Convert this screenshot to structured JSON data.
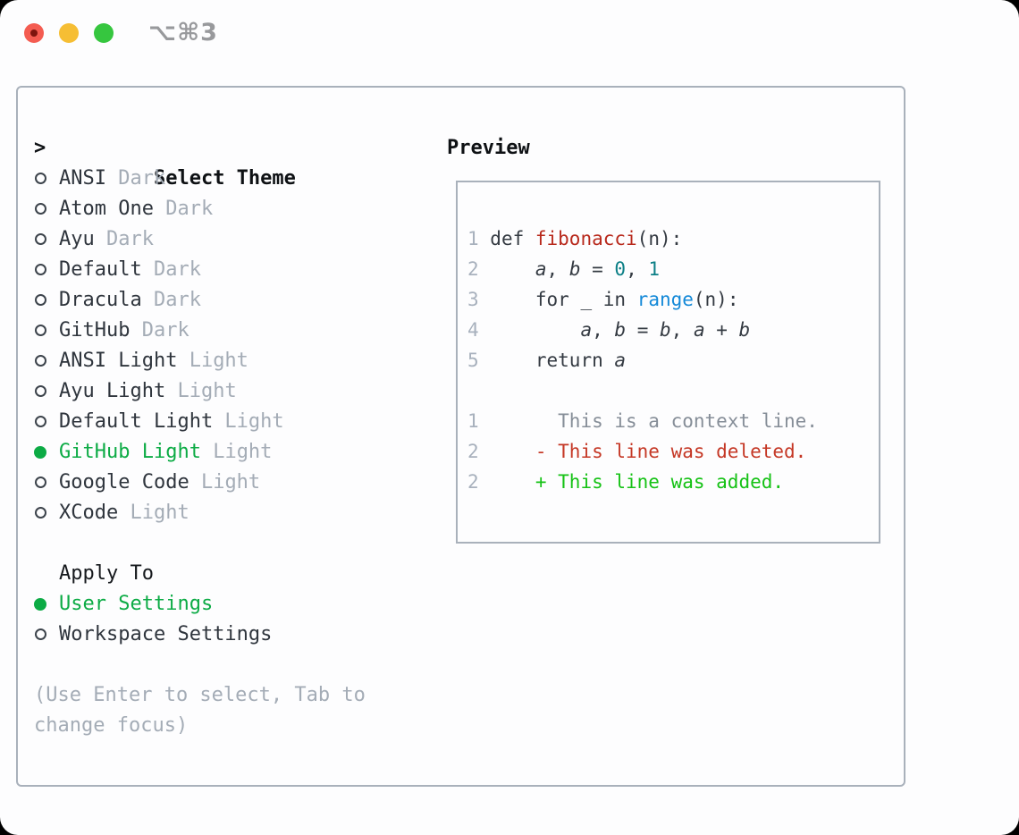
{
  "titlebar": {
    "shortcut": "⌥⌘3",
    "traffic_lights": [
      {
        "name": "close",
        "color": "#f45c51"
      },
      {
        "name": "minimize",
        "color": "#f6be34"
      },
      {
        "name": "zoom",
        "color": "#36c63f"
      }
    ]
  },
  "theme_picker": {
    "cursor": ">",
    "title": "Select Theme",
    "themes": [
      {
        "name": "ANSI",
        "variant": "Dark",
        "selected": false
      },
      {
        "name": "Atom One",
        "variant": "Dark",
        "selected": false
      },
      {
        "name": "Ayu",
        "variant": "Dark",
        "selected": false
      },
      {
        "name": "Default",
        "variant": "Dark",
        "selected": false
      },
      {
        "name": "Dracula",
        "variant": "Dark",
        "selected": false
      },
      {
        "name": "GitHub",
        "variant": "Dark",
        "selected": false
      },
      {
        "name": "ANSI Light",
        "variant": "Light",
        "selected": false
      },
      {
        "name": "Ayu Light",
        "variant": "Light",
        "selected": false
      },
      {
        "name": "Default Light",
        "variant": "Light",
        "selected": false
      },
      {
        "name": "GitHub Light",
        "variant": "Light",
        "selected": true
      },
      {
        "name": "Google Code",
        "variant": "Light",
        "selected": false
      },
      {
        "name": "XCode",
        "variant": "Light",
        "selected": false
      }
    ],
    "apply_to": {
      "title": "Apply To",
      "options": [
        {
          "name": "User Settings",
          "selected": true
        },
        {
          "name": "Workspace Settings",
          "selected": false
        }
      ]
    },
    "hint": "(Use Enter to select, Tab to change focus)"
  },
  "preview": {
    "title": "Preview",
    "lines": [
      {
        "num": "1",
        "name": "code-line",
        "tokens": [
          {
            "t": " def ",
            "s": "k"
          },
          {
            "t": "fibonacci",
            "s": "fn"
          },
          {
            "t": "(n):",
            "s": "k"
          }
        ]
      },
      {
        "num": "2",
        "name": "code-line",
        "tokens": [
          {
            "t": "     ",
            "s": "k"
          },
          {
            "t": "a",
            "s": "var"
          },
          {
            "t": ", ",
            "s": "k"
          },
          {
            "t": "b",
            "s": "var"
          },
          {
            "t": " = ",
            "s": "k"
          },
          {
            "t": "0",
            "s": "num"
          },
          {
            "t": ", ",
            "s": "k"
          },
          {
            "t": "1",
            "s": "num"
          }
        ]
      },
      {
        "num": "3",
        "name": "code-line",
        "tokens": [
          {
            "t": "     for _ in ",
            "s": "k"
          },
          {
            "t": "range",
            "s": "blue"
          },
          {
            "t": "(n):",
            "s": "k"
          }
        ]
      },
      {
        "num": "4",
        "name": "code-line",
        "tokens": [
          {
            "t": "         ",
            "s": "k"
          },
          {
            "t": "a",
            "s": "var"
          },
          {
            "t": ", ",
            "s": "k"
          },
          {
            "t": "b",
            "s": "var"
          },
          {
            "t": " = ",
            "s": "k"
          },
          {
            "t": "b",
            "s": "var"
          },
          {
            "t": ", ",
            "s": "k"
          },
          {
            "t": "a",
            "s": "var"
          },
          {
            "t": " + ",
            "s": "k"
          },
          {
            "t": "b",
            "s": "var"
          }
        ]
      },
      {
        "num": "5",
        "name": "code-line",
        "tokens": [
          {
            "t": "     return ",
            "s": "k"
          },
          {
            "t": "a",
            "s": "var"
          }
        ]
      },
      {
        "num": "",
        "name": "blank-line",
        "tokens": []
      },
      {
        "num": "1",
        "name": "diff-context-line",
        "tokens": [
          {
            "t": "       This is a context line.",
            "s": "ctx"
          }
        ]
      },
      {
        "num": "2",
        "name": "diff-deleted-line",
        "tokens": [
          {
            "t": "     - This line was deleted.",
            "s": "del"
          }
        ]
      },
      {
        "num": "2",
        "name": "diff-added-line",
        "tokens": [
          {
            "t": "     + This line was added.",
            "s": "add"
          }
        ]
      }
    ]
  },
  "colors": {
    "accent_green": "#0cab45",
    "added_green": "#16c216",
    "deleted_red": "#c53826",
    "function_red": "#b8291c",
    "number_teal": "#0c7f86",
    "builtin_blue": "#1489d8",
    "muted_gray": "#a4acb6",
    "border_gray": "#a9b1bb"
  }
}
